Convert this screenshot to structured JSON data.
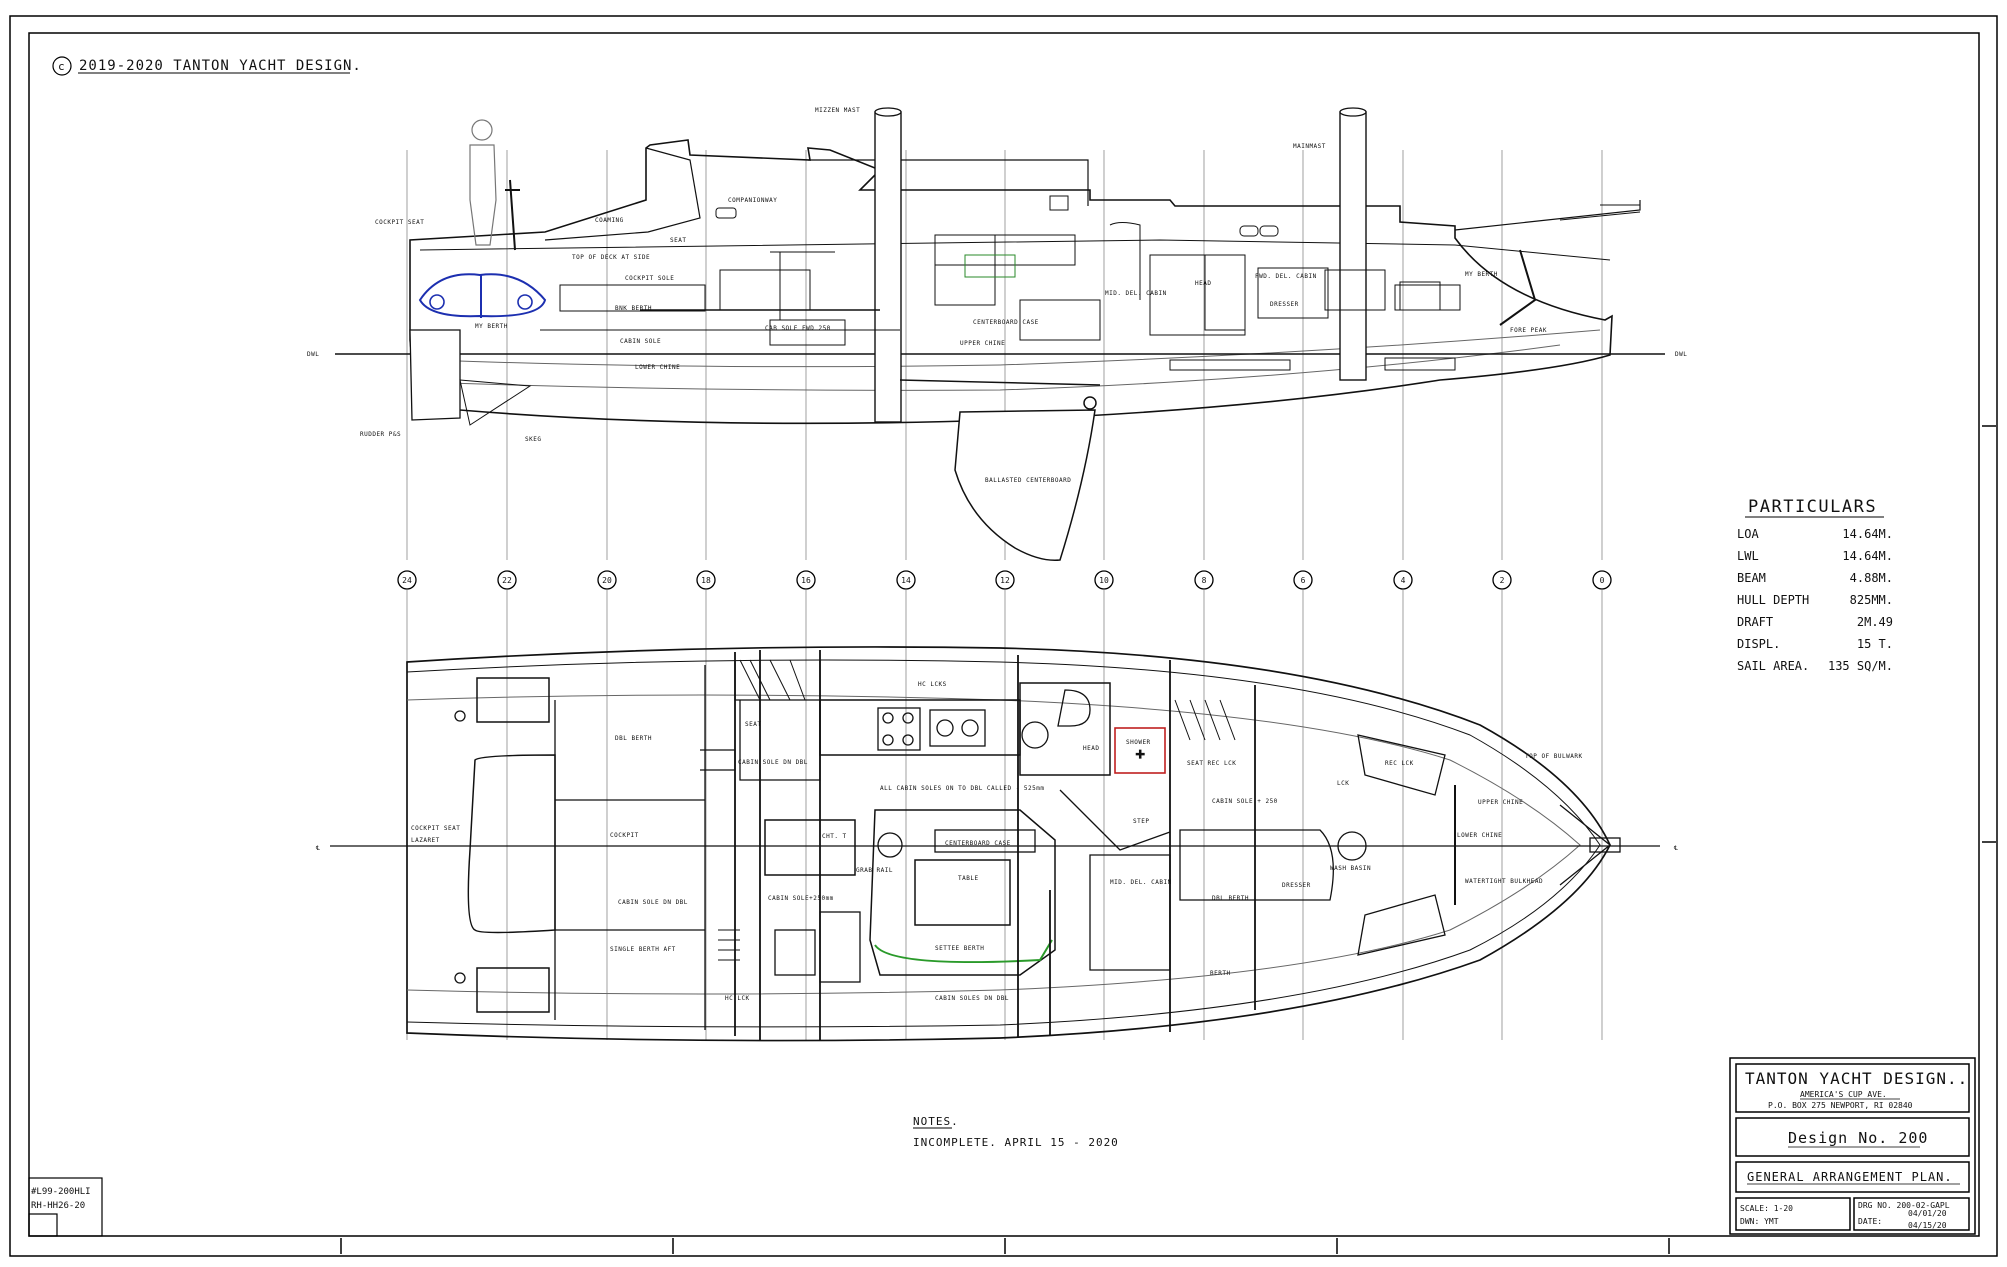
{
  "copyright": "2019-2020 TANTON YACHT DESIGN.",
  "copyright_symbol": "c",
  "profile_labels": {
    "dwl_left": "DWL",
    "dwl_right": "DWL",
    "mizzen_mast": "MIZZEN MAST",
    "mainmast": "MAINMAST",
    "cockpit_seat": "COCKPIT SEAT",
    "coaming": "COAMING",
    "companionway": "COMPANIONWAY",
    "top_of_deck_at_side": "TOP OF DECK AT SIDE",
    "seat": "SEAT",
    "cockpit_sole": "COCKPIT SOLE",
    "bunk_berth": "BNK BERTH",
    "my_berth": "MY BERTH",
    "cabin_sole": "CABIN SOLE",
    "lower_chine": "LOWER CHINE",
    "rudder_post": "RUDDER P&S",
    "skeg": "SKEG",
    "centerboard_case": "CENTERBOARD CASE",
    "upper_chine": "UPPER CHINE",
    "cabin_sole_250": "CAB SOLE FWD 250",
    "mid_del_cabin": "MID. DEL. CABIN",
    "fwd_del_cabin": "FWD. DEL. CABIN",
    "head": "HEAD",
    "ballasted_centerboard": "BALLASTED CENTERBOARD",
    "fore_peak": "FORE PEAK",
    "my_berth_fwd": "MY BERTH",
    "dresser": "DRESSER"
  },
  "stations": [
    "24",
    "22",
    "20",
    "18",
    "16",
    "14",
    "12",
    "10",
    "8",
    "6",
    "4",
    "2",
    "0"
  ],
  "plan_labels": {
    "cl_left": "℄",
    "cl_right": "℄",
    "dbl_berth_aft": "DBL BERTH",
    "cockpit_seat": "COCKPIT SEAT",
    "lazaret": "LAZARET",
    "cockpit": "COCKPIT",
    "cabin_sole_dbl": "CABIN SOLE DN DBL",
    "single_berth_aft": "SINGLE BERTH AFT",
    "hc_lck": "HC LCK",
    "seat": "SEAT",
    "cabin_sole_dn_dbl": "CABIN SOLE DN DBL",
    "all_cabin_soles": "ALL CABIN SOLES ON TO DBL CALLED - 525mm",
    "chart_table": "CHT. T",
    "grab_rail": "GRAB RAIL",
    "centerboard_case": "CENTERBOARD CASE",
    "table": "TABLE",
    "settee_berth": "SETTEE BERTH",
    "cabin_sole_250": "CABIN SOLE+250mm",
    "cabin_soles_dn_dbl": "CABIN SOLES DN DBL",
    "head": "HEAD",
    "shower": "SHOWER",
    "step": "STEP",
    "mid_del_cabin": "MID. DEL. CABIN",
    "dbl_berth": "DBL BERTH",
    "cabin_sole_fwd": "CABIN SOLE + 250",
    "seat_rec_lck": "SEAT REC LCK",
    "dresser": "DRESSER",
    "wash_basin": "WASH BASIN",
    "upper_chine": "UPPER CHINE",
    "lower_chine": "LOWER CHINE",
    "watertight_bulkhead": "WATERTIGHT BULKHEAD",
    "top_of_bulwark": "TOP OF BULWARK",
    "lck": "LCK",
    "hc_lcks": "HC LCKS",
    "berth": "BERTH",
    "rec_lck": "REC LCK"
  },
  "particulars": {
    "title": "PARTICULARS",
    "rows": [
      {
        "label": "LOA",
        "value": "14.64M."
      },
      {
        "label": "LWL",
        "value": "14.64M."
      },
      {
        "label": "BEAM",
        "value": "4.88M."
      },
      {
        "label": "HULL DEPTH",
        "value": "825MM."
      },
      {
        "label": "DRAFT",
        "value": "2M.49"
      },
      {
        "label": "DISPL.",
        "value": "15  T."
      },
      {
        "label": "SAIL AREA.",
        "value": "135 SQ/M."
      }
    ]
  },
  "notes": {
    "title": "NOTES.",
    "text": "INCOMPLETE. APRIL 15 - 2020"
  },
  "title_block": {
    "firm": "TANTON YACHT DESIGN..",
    "address1": "AMERICA'S CUP AVE.",
    "address2": "P.O. BOX 275 NEWPORT, RI 02840",
    "design": "Design No. 200",
    "drawing": "GENERAL ARRANGEMENT PLAN.",
    "scale": "SCALE: 1-20",
    "dwn": "DWN: YMT",
    "drg_no": "DRG NO. 200-02-GAPL",
    "date_label": "DATE:",
    "date1": "04/01/20",
    "date2": "04/15/20"
  },
  "file_ref": {
    "line1": "#L99-200HLI",
    "line2": "RH-HH26-20"
  }
}
